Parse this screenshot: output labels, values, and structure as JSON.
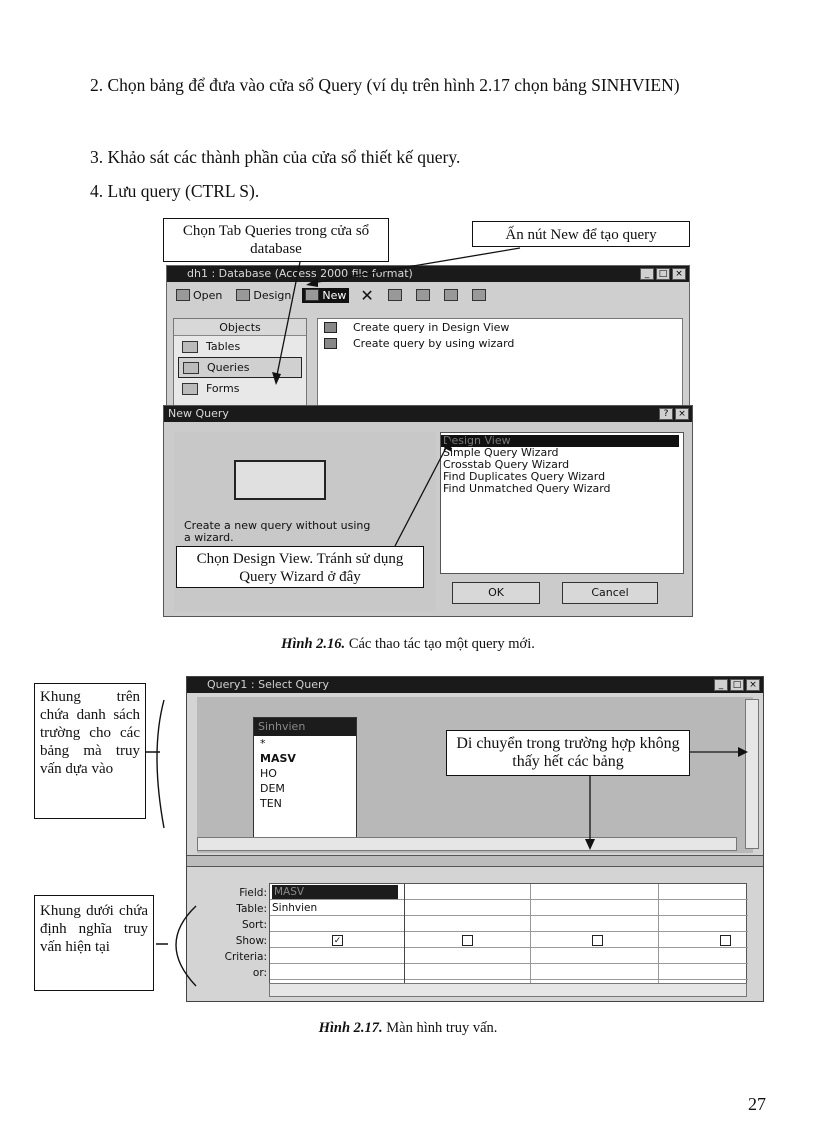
{
  "steps": [
    "2. Chọn bảng để đưa vào cửa sổ Query (ví dụ trên hình 2.17 chọn bảng SINHVIEN)",
    "3. Khảo sát các thành phần của cửa sổ thiết kế query.",
    "4. Lưu query (CTRL  S)."
  ],
  "figure16": {
    "callout_tab": "Chọn Tab Queries trong cửa sổ database",
    "callout_new": "Ấn nút New để tạo query",
    "callout_design": "Chọn Design View. Tránh sử dụng Query Wizard ở đây",
    "db_window_title": "dh1 : Database (Access 2000 file format)",
    "toolbar": {
      "open": "Open",
      "design": "Design",
      "new": "New"
    },
    "objects_header": "Objects",
    "objects": [
      "Tables",
      "Queries",
      "Forms"
    ],
    "list_items": [
      "Create query in Design View",
      "Create query by using wizard"
    ],
    "newquery_title": "New Query",
    "newquery_options": [
      "Design View",
      "Simple Query Wizard",
      "Crosstab Query Wizard",
      "Find Duplicates Query Wizard",
      "Find Unmatched Query Wizard"
    ],
    "newquery_desc": "Create a new query without using a wizard.",
    "ok_label": "OK",
    "cancel_label": "Cancel",
    "caption_label": "Hình 2.16.",
    "caption_text": "Các thao tác tạo một query mới."
  },
  "figure17": {
    "window_title": "Query1 : Select Query",
    "callout_upper": "Khung trên chứa danh sách trường cho các bảng mà truy vấn dựa vào",
    "callout_lower": "Khung dưới chứa định nghĩa truy vấn hiện tại",
    "callout_scroll": "Di chuyển trong trường hợp không thấy hết các bảng",
    "table_name": "Sinhvien",
    "fields": [
      "*",
      "MASV",
      "HO",
      "DEM",
      "TEN"
    ],
    "grid_labels": [
      "Field:",
      "Table:",
      "Sort:",
      "Show:",
      "Criteria:",
      "or:"
    ],
    "grid_field": "MASV",
    "grid_table": "Sinhvien",
    "caption_label": "Hình 2.17.",
    "caption_text": "Màn hình truy vấn."
  },
  "page_number": "27"
}
